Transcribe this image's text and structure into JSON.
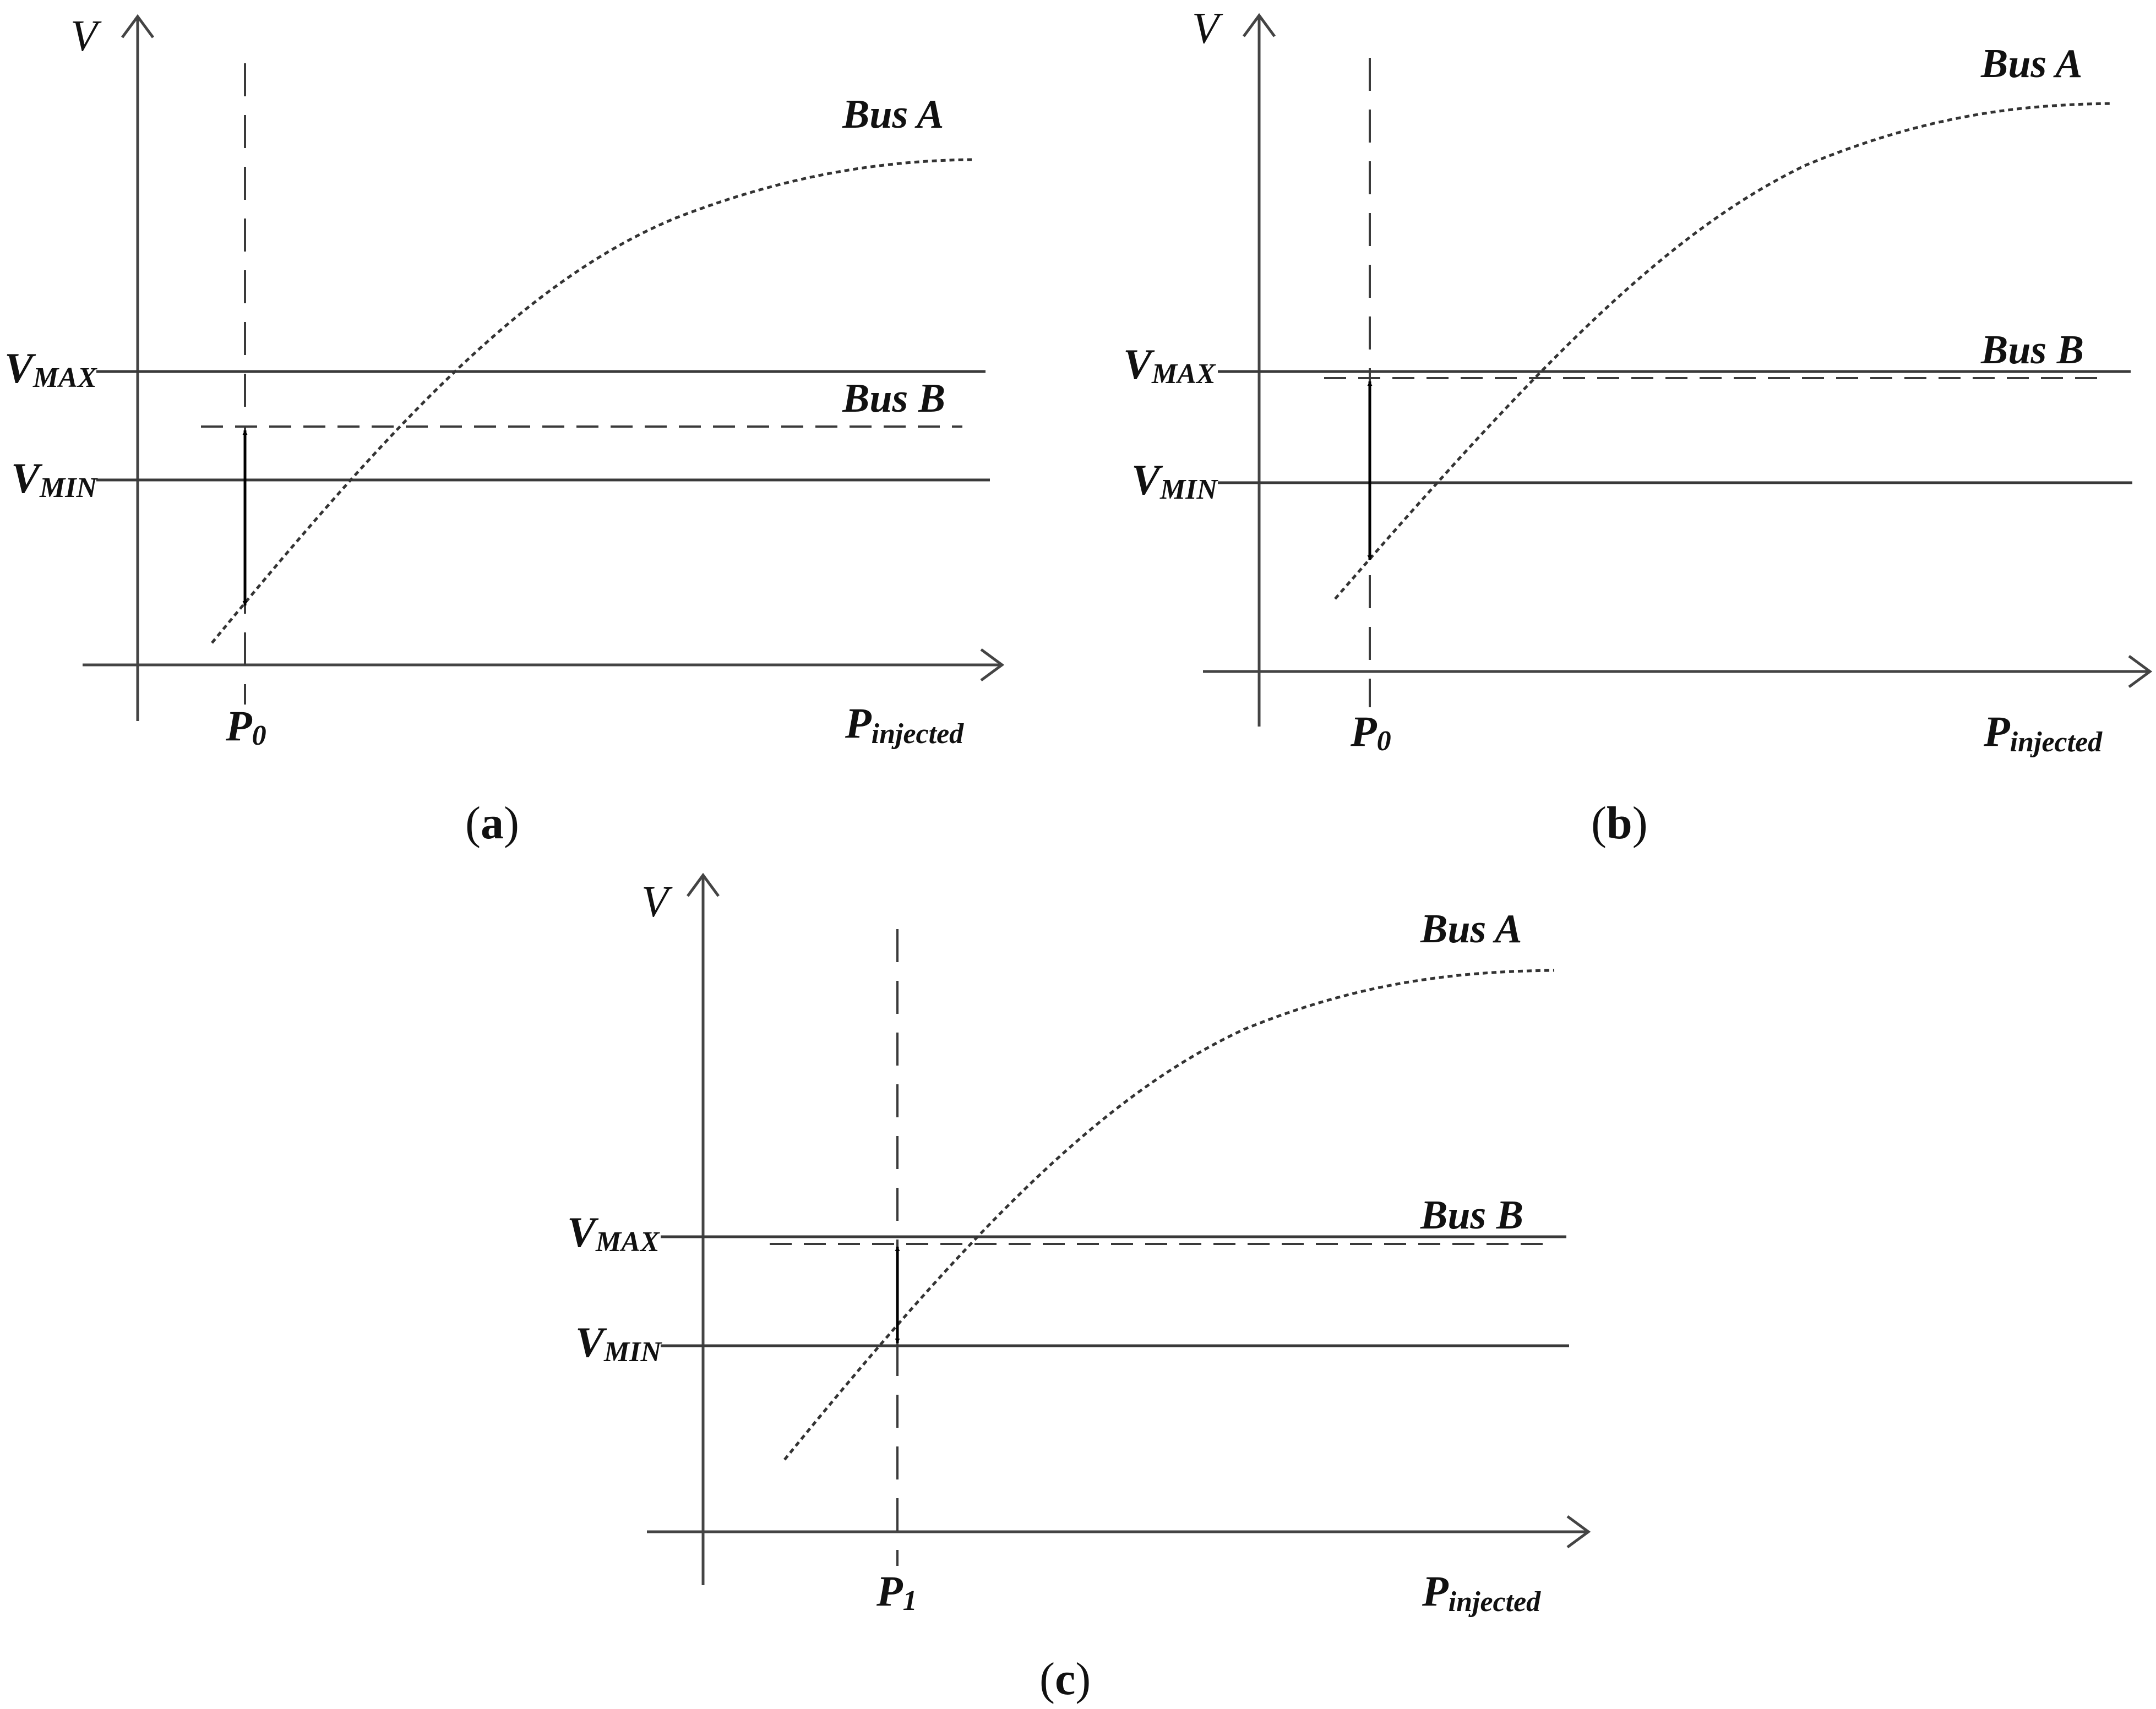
{
  "panels": [
    {
      "id": "a",
      "caption_open": "(",
      "caption_letter": "a",
      "caption_close": ")",
      "y_axis_label": "V",
      "x_axis_label_main": "P",
      "x_axis_label_sub": "injected",
      "vmax_main": "V",
      "vmax_sub": "MAX",
      "vmin_main": "V",
      "vmin_sub": "MIN",
      "p_main": "P",
      "p_sub": "0",
      "bus_a": "Bus A",
      "bus_b": "Bus B"
    },
    {
      "id": "b",
      "caption_open": "(",
      "caption_letter": "b",
      "caption_close": ")",
      "y_axis_label": "V",
      "x_axis_label_main": "P",
      "x_axis_label_sub": "injected",
      "vmax_main": "V",
      "vmax_sub": "MAX",
      "vmin_main": "V",
      "vmin_sub": "MIN",
      "p_main": "P",
      "p_sub": "0",
      "bus_a": "Bus A",
      "bus_b": "Bus B"
    },
    {
      "id": "c",
      "caption_open": "(",
      "caption_letter": "c",
      "caption_close": ")",
      "y_axis_label": "V",
      "x_axis_label_main": "P",
      "x_axis_label_sub": "injected",
      "vmax_main": "V",
      "vmax_sub": "MAX",
      "vmin_main": "V",
      "vmin_sub": "MIN",
      "p_main": "P",
      "p_sub": "1",
      "bus_a": "Bus A",
      "bus_b": "Bus B"
    }
  ]
}
